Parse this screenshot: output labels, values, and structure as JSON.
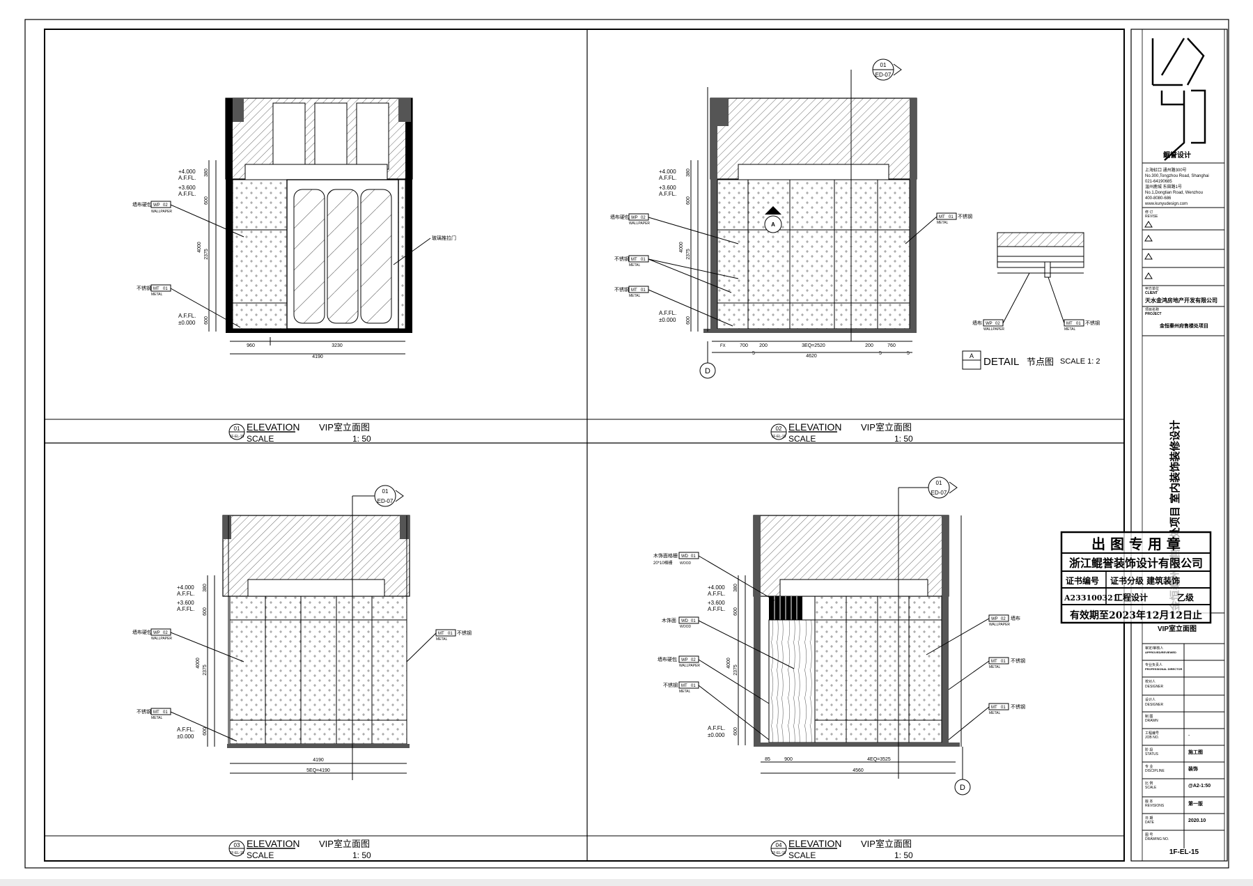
{
  "panels": [
    {
      "num": "01",
      "ref": "1F-EL-15",
      "word": "ELEVATION",
      "scale_word": "SCALE",
      "title": "VIP室立面图",
      "scale": "1: 50"
    },
    {
      "num": "02",
      "ref": "1F-EL-15",
      "word": "ELEVATION",
      "scale_word": "SCALE",
      "title": "VIP室立面图",
      "scale": "1: 50"
    },
    {
      "num": "03",
      "ref": "1F-EL-15",
      "word": "ELEVATION",
      "scale_word": "SCALE",
      "title": "VIP室立面图",
      "scale": "1: 50"
    },
    {
      "num": "04",
      "ref": "1F-EL-15",
      "word": "ELEVATION",
      "scale_word": "SCALE",
      "title": "VIP室立面图",
      "scale": "1: 50"
    }
  ],
  "levels": {
    "l4000": "+4.000",
    "l3600": "+3.600",
    "afl": "A.F.FL.",
    "zero": "±0.000"
  },
  "dims": {
    "v380": "380",
    "v600": "600",
    "v4000": "4000",
    "v2375": "2375",
    "p1_960": "960",
    "p1_3230": "3230",
    "p1_4190": "4190",
    "p2_fx": "FX",
    "p2_700": "700",
    "p2_200a": "200",
    "p2_3eq": "3EQ=2520",
    "p2_200b": "200",
    "p2_760": "760",
    "p2_4620": "4620",
    "p2_5a": "5",
    "p2_5b": "5",
    "p2_5c": "5",
    "p3_4190": "4190",
    "p3_5eq": "5EQ=4190",
    "p4_85": "85",
    "p4_900": "900",
    "p4_4eq": "4EQ=3525",
    "p4_4560": "4560"
  },
  "tags": {
    "wp": "WP",
    "wp02": "02",
    "mt": "MT",
    "mt01": "01",
    "wd": "WD",
    "wallpaper": "WALLPAPER",
    "metal": "METAL",
    "wood": "WOOD",
    "wallcloth": "墙布硬包",
    "stainless": "不锈钢",
    "glassdoor": "玻璃推拉门",
    "woodveneer": "木饰面",
    "woodgrille": "木饰面格栅",
    "grille_size": "20*10格栅",
    "detail_wallcloth": "墙布"
  },
  "section_refs": {
    "top": "01",
    "bottom": "ED-07",
    "grid": "D",
    "mark": "A"
  },
  "detail": {
    "word": "DETAIL",
    "name": "节点图",
    "scale": "SCALE  1: 2"
  },
  "stamp": {
    "title": "出 图 专 用 章",
    "company": "浙江鲲誉装饰设计有限公司",
    "cert_label": "证书编号",
    "cert_type": "证书分级 建筑装饰",
    "cert_no": "A233100321",
    "design_label": "工程设计",
    "grade": "乙级",
    "valid": "有效期至2023年12月12日止"
  },
  "titleblock": {
    "firm": "鲲誉设计",
    "addr1": "上海虹口 通州路300号",
    "addr2": "No.300,Tongzhou Road, Shanghai",
    "tel1": "021-64190685",
    "addr3": "温州鹿城 东田路1号",
    "addr4": "No.1,Dongtian Road, Wenzhou",
    "tel2": "400-8080-686",
    "web": "www.kunyudesign.com",
    "revise_cn": "修 订",
    "revise_en": "REVISE",
    "client_cn": "甲方单位",
    "client_en": "CLIENT",
    "client": "天水金鸿房地产开发有限公司",
    "project_cn": "项目名称",
    "project_en": "PROJECT",
    "project": "金恒秦州府售楼处项目",
    "project_title": "金恒秦州府售楼处项目 室内装饰装修设计",
    "drawing_title": "VIP室立面图",
    "approved_cn": "审定/审核人",
    "approved_en": "APPROVED/REVIEWED",
    "prof_cn": "专业负责人",
    "prof_en": "PROFESSIONAL DIRECTOR",
    "checked_cn": "校对人",
    "checked_en": "DESIGNER",
    "designer_cn": "设计人",
    "designer_en": "DESIGNER",
    "drawn_cn": "制 图",
    "drawn_en": "DRAWN",
    "job_cn": "工程编号",
    "job_en": "JOB NO.",
    "job": "-",
    "status_cn": "阶 段",
    "status_en": "STATUS",
    "status": "施工图",
    "disc_cn": "专 业",
    "disc_en": "DISCIPLINE",
    "disc": "装饰",
    "scale_cn": "比 例",
    "scale_en": "SCALE",
    "scale": "@A2-1:50",
    "rev_cn": "版 本",
    "rev_en": "REVISIONS",
    "rev": "第一版",
    "date_cn": "日 期",
    "date_en": "DATE",
    "date": "2020.10",
    "dwg_cn": "图 号",
    "dwg_en": "DRAWING NO.",
    "dwg": "1F-EL-15"
  }
}
